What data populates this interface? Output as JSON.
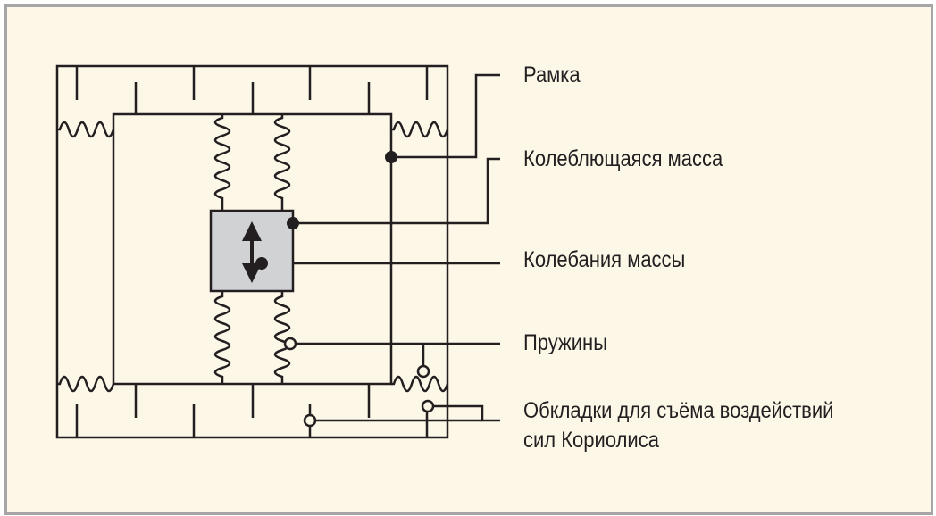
{
  "labels": {
    "frame": "Рамка",
    "oscillating_mass": "Колеблющаяся масса",
    "mass_oscillation": "Колебания массы",
    "springs": "Пружины",
    "plates_line1": "Обкладки для съёма воздействий",
    "plates_line2": "сил Кориолиса"
  },
  "colors": {
    "background": "#fdf7e8",
    "border": "#a6a6a6",
    "stroke": "#231f20",
    "mass_fill": "#d1d2d4"
  }
}
